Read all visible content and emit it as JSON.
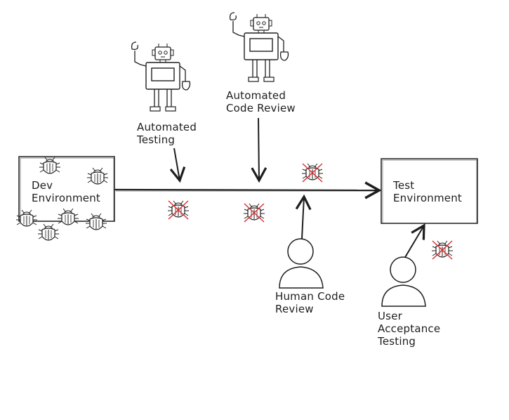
{
  "colors": {
    "ink": "#1e1e1e",
    "cross": "#e03131",
    "paper": "#ffffff"
  },
  "dev_environment": {
    "line1": "Dev",
    "line2": "Environment"
  },
  "test_environment": {
    "line1": "Test",
    "line2": "Environment"
  },
  "automated_testing": {
    "line1": "Automated",
    "line2": "Testing"
  },
  "automated_code_review": {
    "line1": "Automated",
    "line2": "Code Review"
  },
  "human_code_review": {
    "line1": "Human Code",
    "line2": "Review"
  },
  "user_acceptance_testing": {
    "line1": "User",
    "line2": "Acceptance",
    "line3": "Testing"
  },
  "icons": {
    "bug": "bug-icon",
    "crossed_bug": "crossed-bug-icon",
    "robot": "robot-icon",
    "person": "person-icon"
  }
}
